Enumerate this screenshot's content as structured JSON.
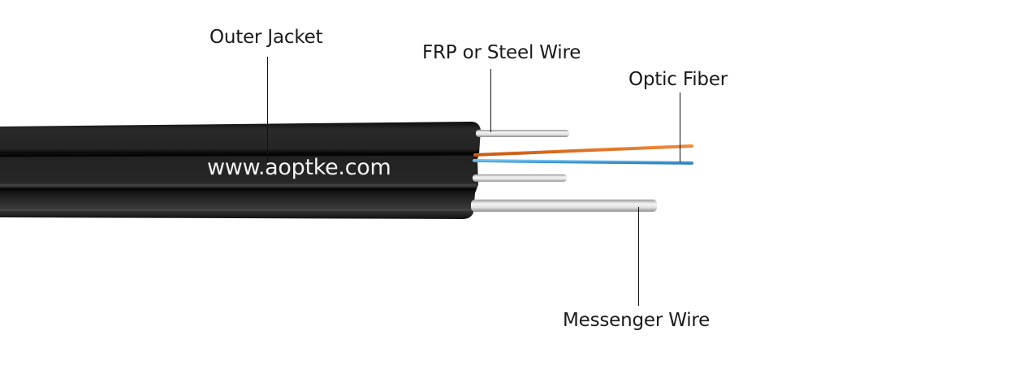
{
  "diagram": {
    "title": "Drop cable cross-section components",
    "labels": {
      "outer_jacket": "Outer Jacket",
      "frp_or_steel_wire": "FRP or Steel Wire",
      "optic_fiber": "Optic Fiber",
      "messenger_wire": "Messenger Wire"
    },
    "watermark": "www.aoptke.com",
    "colors": {
      "jacket": "#1f1f1f",
      "orange_fiber": "#e0701e",
      "blue_fiber": "#3a9ad6",
      "steel_wire": "#d8d8d8",
      "leader_line": "#111111"
    }
  }
}
